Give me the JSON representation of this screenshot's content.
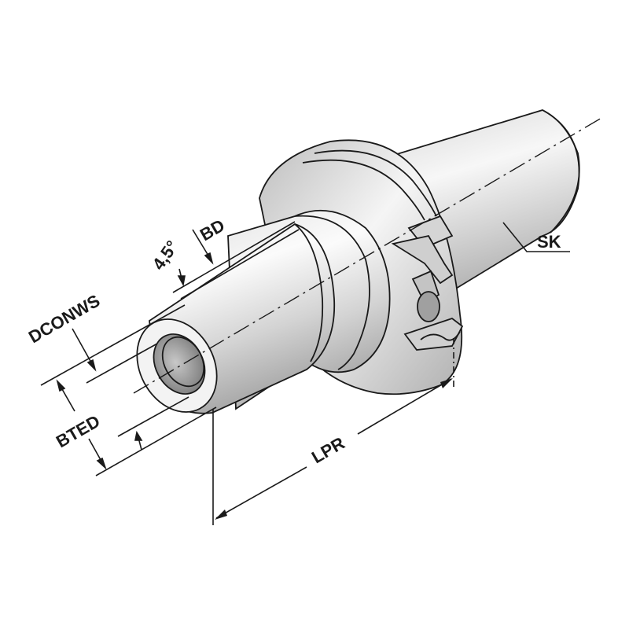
{
  "figure": {
    "subject": "SK tool holder with shrink chuck / collet bore",
    "background": "#ffffff",
    "line_color": "#1a1a1a",
    "body_light": "#f2f2f2",
    "body_mid": "#cfcfcf",
    "body_dark": "#9a9a9a",
    "bore_color": "#8c8c8c"
  },
  "labels": {
    "angle": "4,5°",
    "bd": "BD",
    "dconws": "DCONWS",
    "bted": "BTED",
    "lpr": "LPR",
    "sk": "SK"
  }
}
